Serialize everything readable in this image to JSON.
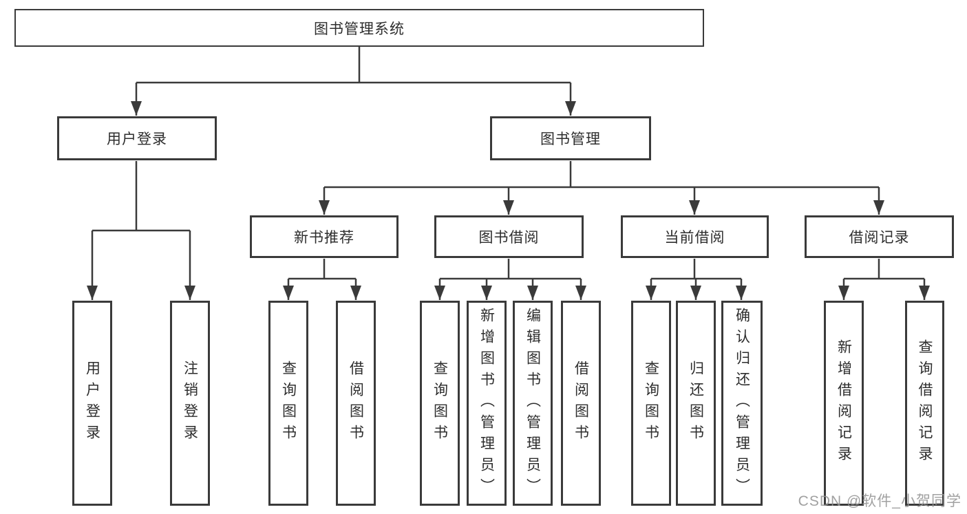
{
  "diagram": {
    "root": {
      "label": "图书管理系统"
    },
    "user_login_branch": {
      "label": "用户登录",
      "children": [
        {
          "label": "用户登录"
        },
        {
          "label": "注销登录"
        }
      ]
    },
    "book_management_branch": {
      "label": "图书管理",
      "sections": [
        {
          "label": "新书推荐",
          "children": [
            {
              "label": "查询图书"
            },
            {
              "label": "借阅图书"
            }
          ]
        },
        {
          "label": "图书借阅",
          "children": [
            {
              "label": "查询图书"
            },
            {
              "label": "新增图书（管理员）"
            },
            {
              "label": "编辑图书（管理员）"
            },
            {
              "label": "借阅图书"
            }
          ]
        },
        {
          "label": "当前借阅",
          "children": [
            {
              "label": "查询图书"
            },
            {
              "label": "归还图书"
            },
            {
              "label": "确认归还（管理员）"
            }
          ]
        },
        {
          "label": "借阅记录",
          "children": [
            {
              "label": "新增借阅记录"
            },
            {
              "label": "查询借阅记录"
            }
          ]
        }
      ]
    },
    "colors": {
      "line": "#3a3a3a",
      "text": "#2d2d2d",
      "box_background": "#ffffff"
    }
  },
  "watermark": {
    "text": "CSDN @软件_小贺同学",
    "color": "#949494"
  }
}
